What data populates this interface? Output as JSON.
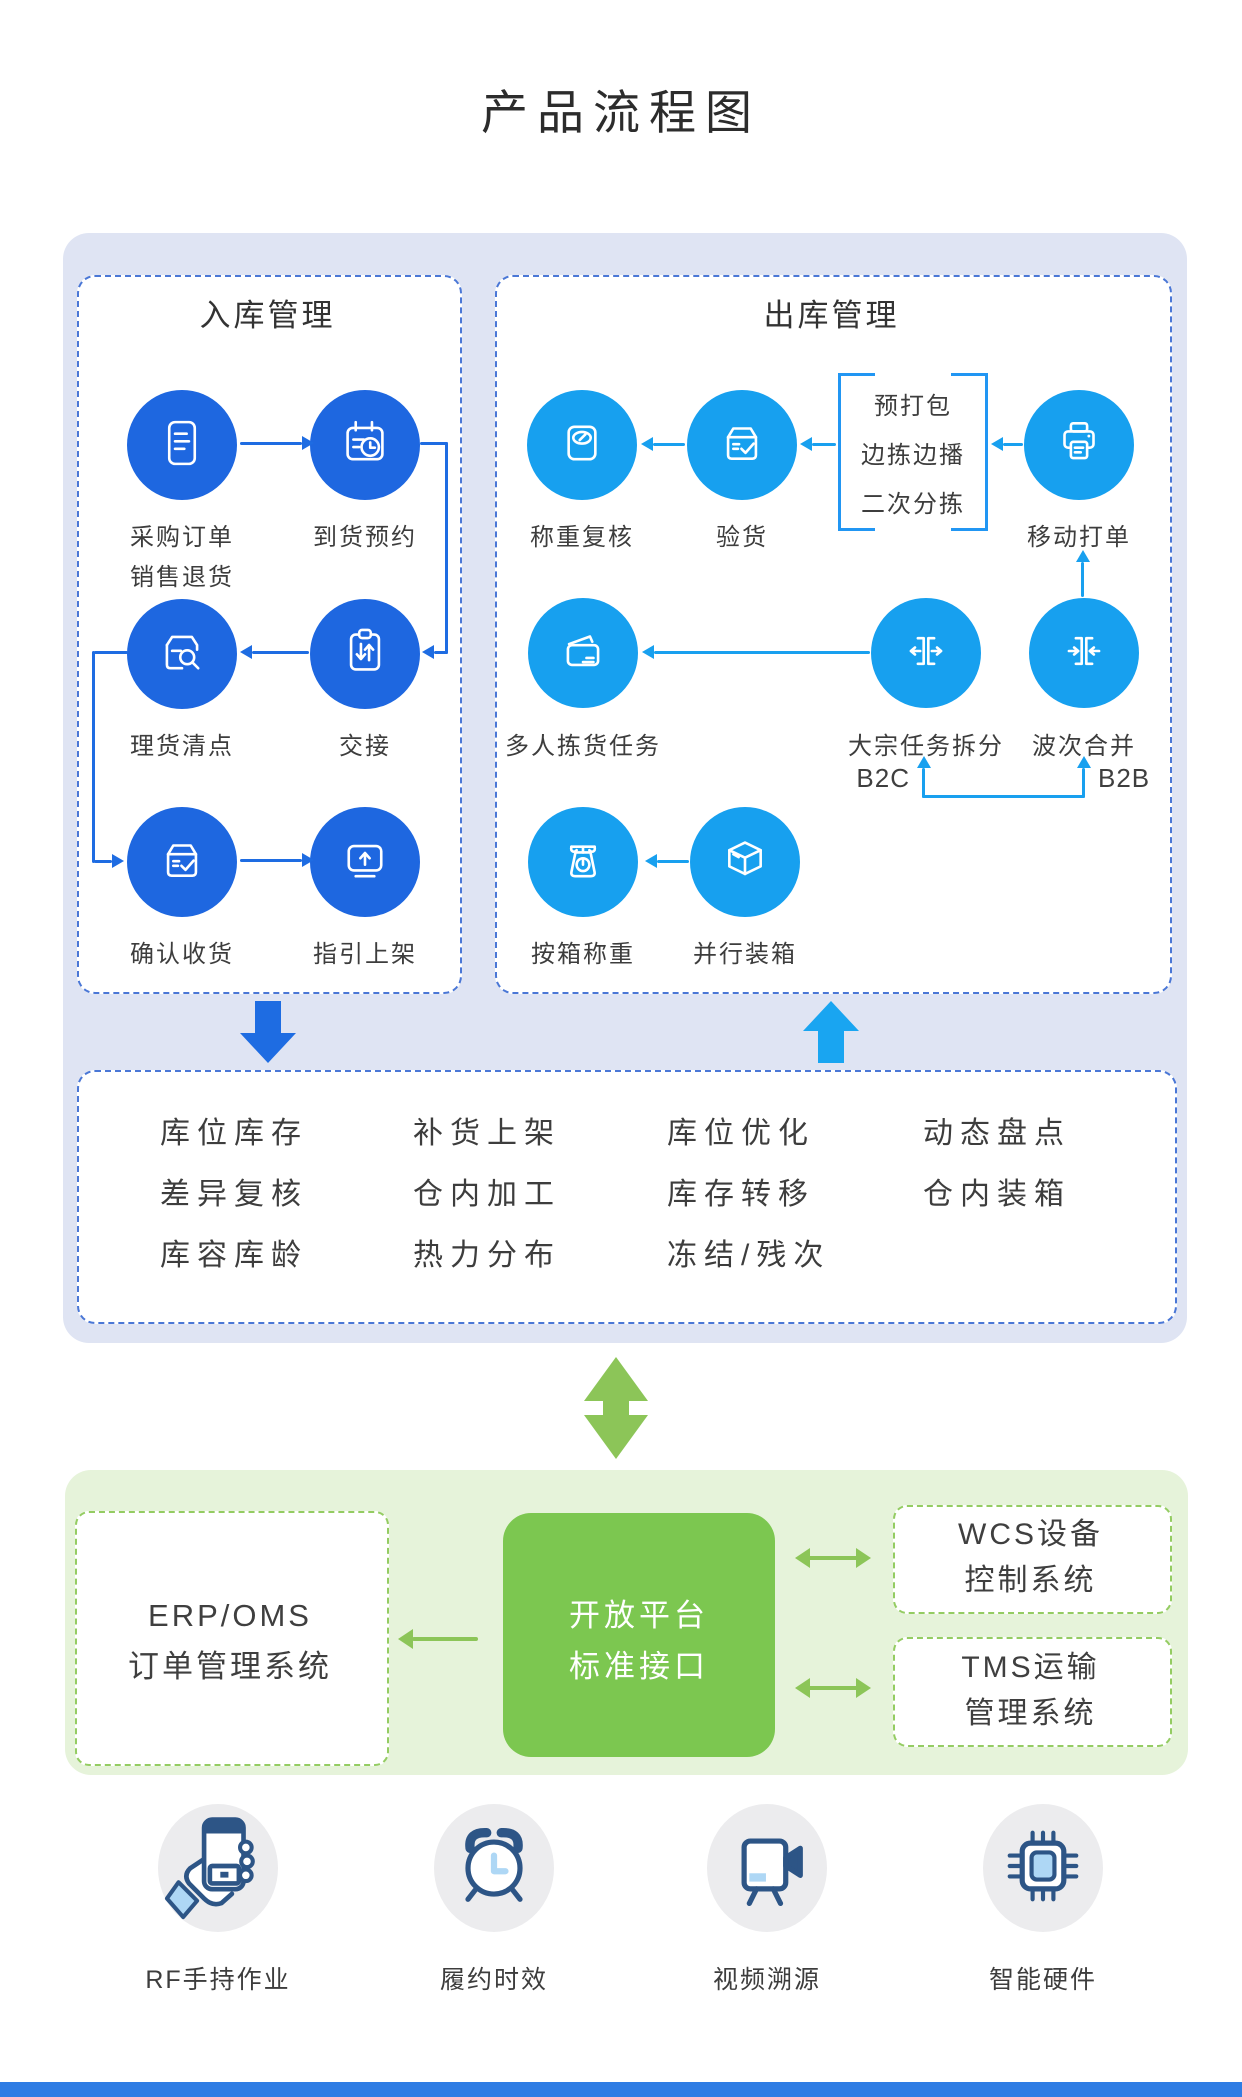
{
  "page": {
    "title": "产品流程图"
  },
  "colors": {
    "inbound_circle": "#1e67e0",
    "outbound_circle": "#17a0ef",
    "panel_border": "#4a77d6",
    "container_bg": "#dfe4f3",
    "green_bg": "#e6f3da",
    "green_box": "#7cc750",
    "green_arrow": "#8cc558",
    "footer_bar": "#2e7ce4",
    "icon_navy": "#2d5586",
    "icon_lightblue": "#aed7f5"
  },
  "inbound": {
    "title": "入库管理",
    "nodes": [
      {
        "icon": "document-icon",
        "label": "采购订单",
        "label2": "销售退货"
      },
      {
        "icon": "calendar-clock-icon",
        "label": "到货预约"
      },
      {
        "icon": "box-search-icon",
        "label": "理货清点"
      },
      {
        "icon": "clipboard-swap-icon",
        "label": "交接"
      },
      {
        "icon": "box-check-icon",
        "label": "确认收货"
      },
      {
        "icon": "monitor-up-icon",
        "label": "指引上架"
      }
    ]
  },
  "outbound": {
    "title": "出库管理",
    "nodes": [
      {
        "icon": "scale-dial-icon",
        "label": "称重复核"
      },
      {
        "icon": "box-check-icon",
        "label": "验货"
      },
      {
        "icon": "printer-icon",
        "label": "移动打单"
      },
      {
        "icon": "wallet-icon",
        "label": "多人拣货任务"
      },
      {
        "icon": "split-icon",
        "label": "大宗任务拆分"
      },
      {
        "icon": "merge-icon",
        "label": "波次合并"
      },
      {
        "icon": "weigh-scale-icon",
        "label": "按箱称重"
      },
      {
        "icon": "cube-icon",
        "label": "并行装箱"
      }
    ],
    "bracket": {
      "lines": [
        "预打包",
        "边拣边播",
        "二次分拣"
      ]
    },
    "b2c": "B2C",
    "b2b": "B2B"
  },
  "functions": {
    "grid": [
      [
        "库位库存",
        "差异复核",
        "库容库龄"
      ],
      [
        "补货上架",
        "仓内加工",
        "热力分布"
      ],
      [
        "库位优化",
        "库存转移",
        "冻结/残次"
      ],
      [
        "动态盘点",
        "仓内装箱"
      ]
    ]
  },
  "platform": {
    "erp": {
      "line1": "ERP/OMS",
      "line2": "订单管理系统"
    },
    "open": {
      "line1": "开放平台",
      "line2": "标准接口"
    },
    "wcs": {
      "line1": "WCS设备",
      "line2": "控制系统"
    },
    "tms": {
      "line1": "TMS运输",
      "line2": "管理系统"
    }
  },
  "capabilities": [
    {
      "icon": "handheld-phone-icon",
      "label": "RF手持作业"
    },
    {
      "icon": "alarm-clock-icon",
      "label": "履约时效"
    },
    {
      "icon": "video-camera-icon",
      "label": "视频溯源"
    },
    {
      "icon": "chip-icon",
      "label": "智能硬件"
    }
  ]
}
